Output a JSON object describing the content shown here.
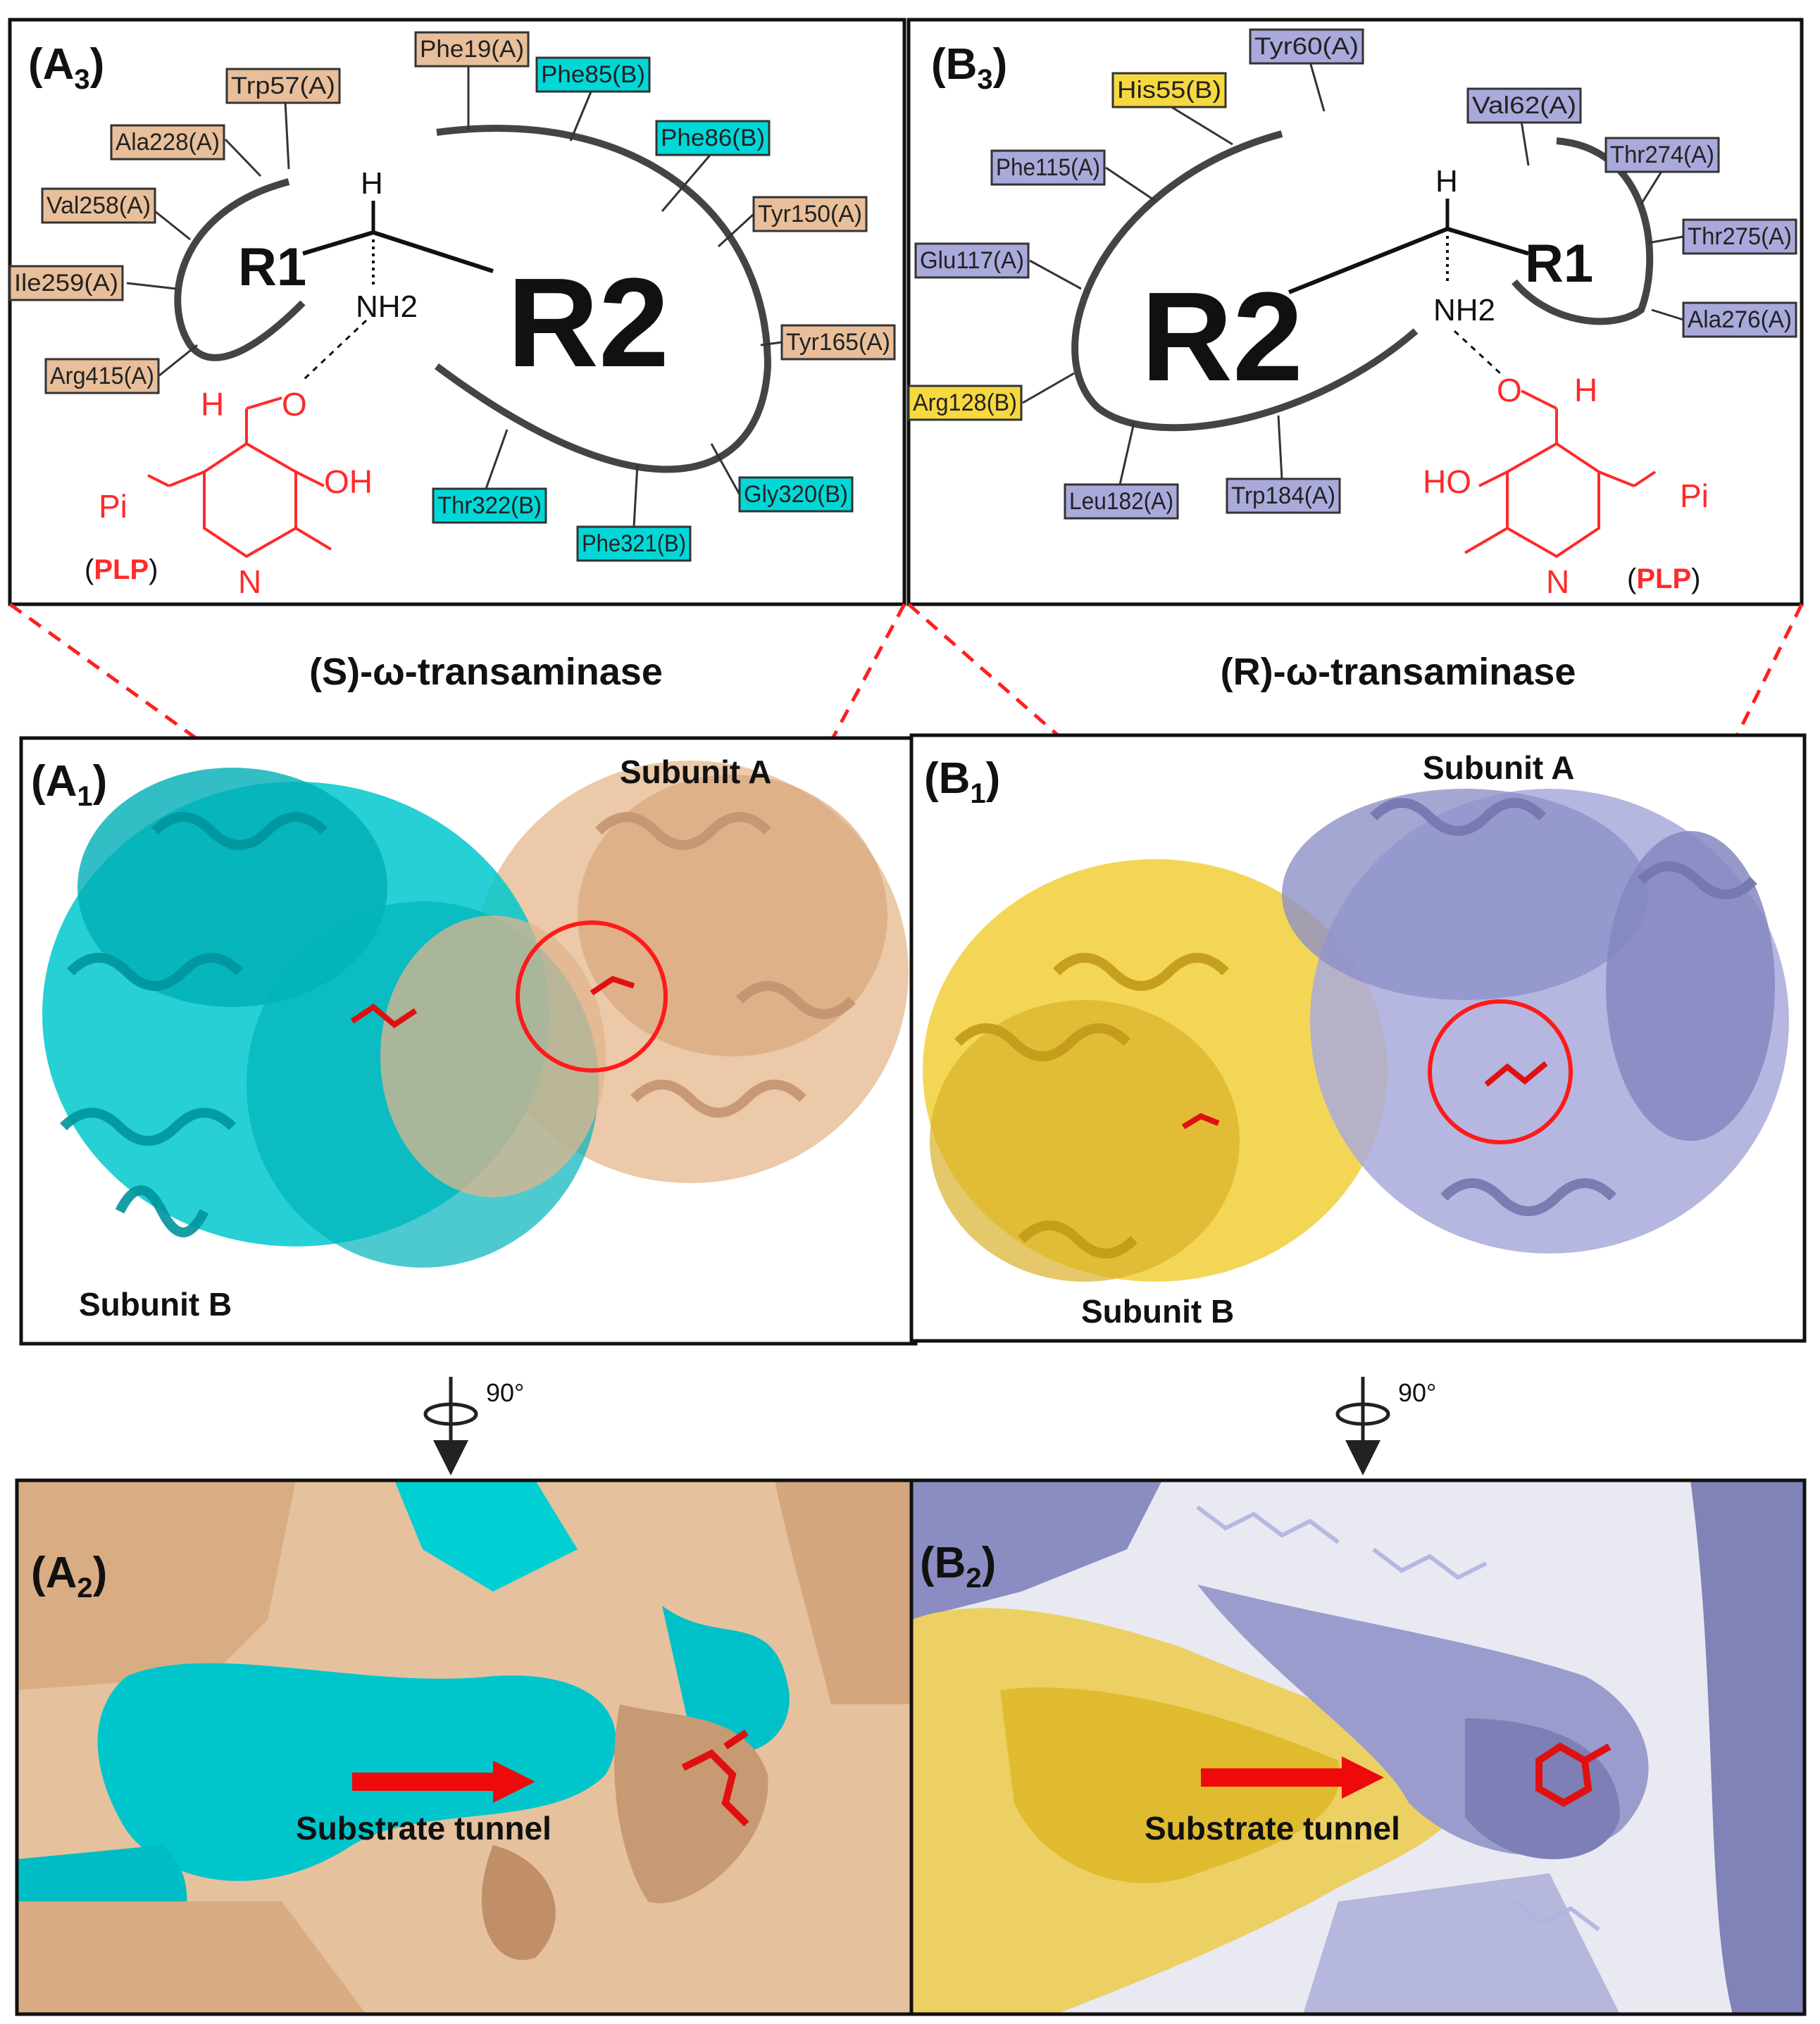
{
  "colors": {
    "tan": "#e8bf9a",
    "tan_dark": "#b08060",
    "cyan": "#00d8d8",
    "cyan_dark": "#008f98",
    "purple": "#a9aadb",
    "purple_dark": "#6e70a8",
    "yellow": "#f6d840",
    "yellow_dark": "#c8a020",
    "red": "#ff2020"
  },
  "icons": [
    "rotation-arrow-icon"
  ],
  "headings": {
    "s_enzyme": "(S)-ω-transaminase",
    "r_enzyme": "(R)-ω-transaminase"
  },
  "panels": {
    "a3": {
      "label": "(A3)",
      "R1": "R1",
      "R2": "R2",
      "H": "H",
      "NH2": "NH2",
      "plp": {
        "aldehyde_H": "H",
        "O": "O",
        "OH": "OH",
        "N": "N",
        "Pi": "Pi",
        "name": "PLP"
      },
      "residues": [
        {
          "label": "Phe19(A)",
          "chain": "A"
        },
        {
          "label": "Phe85(B)",
          "chain": "B"
        },
        {
          "label": "Trp57(A)",
          "chain": "A"
        },
        {
          "label": "Phe86(B)",
          "chain": "B"
        },
        {
          "label": "Ala228(A)",
          "chain": "A"
        },
        {
          "label": "Tyr150(A)",
          "chain": "A"
        },
        {
          "label": "Val258(A)",
          "chain": "A"
        },
        {
          "label": "Ile259(A)",
          "chain": "A"
        },
        {
          "label": "Tyr165(A)",
          "chain": "A"
        },
        {
          "label": "Arg415(A)",
          "chain": "A"
        },
        {
          "label": "Gly320(B)",
          "chain": "B"
        },
        {
          "label": "Thr322(B)",
          "chain": "B"
        },
        {
          "label": "Phe321(B)",
          "chain": "B"
        }
      ]
    },
    "b3": {
      "label": "(B3)",
      "R1": "R1",
      "R2": "R2",
      "H": "H",
      "NH2": "NH2",
      "plp": {
        "aldehyde_H": "H",
        "O": "O",
        "OH": "HO",
        "N": "N",
        "Pi": "Pi",
        "name": "PLP"
      },
      "residues": [
        {
          "label": "Tyr60(A)",
          "chain": "A"
        },
        {
          "label": "His55(B)",
          "chain": "B"
        },
        {
          "label": "Val62(A)",
          "chain": "A"
        },
        {
          "label": "Phe115(A)",
          "chain": "A"
        },
        {
          "label": "Thr274(A)",
          "chain": "A"
        },
        {
          "label": "Glu117(A)",
          "chain": "A"
        },
        {
          "label": "Thr275(A)",
          "chain": "A"
        },
        {
          "label": "Ala276(A)",
          "chain": "A"
        },
        {
          "label": "Arg128(B)",
          "chain": "B"
        },
        {
          "label": "Leu182(A)",
          "chain": "A"
        },
        {
          "label": "Trp184(A)",
          "chain": "A"
        }
      ]
    },
    "a1": {
      "label": "(A1)",
      "subunit_a": "Subunit A",
      "subunit_b": "Subunit B"
    },
    "b1": {
      "label": "(B1)",
      "subunit_a": "Subunit A",
      "subunit_b": "Subunit B"
    },
    "a2": {
      "label": "(A2)",
      "tunnel": "Substrate tunnel"
    },
    "b2": {
      "label": "(B2)",
      "tunnel": "Substrate tunnel"
    }
  },
  "rotation": {
    "left": "90°",
    "right": "90°"
  }
}
